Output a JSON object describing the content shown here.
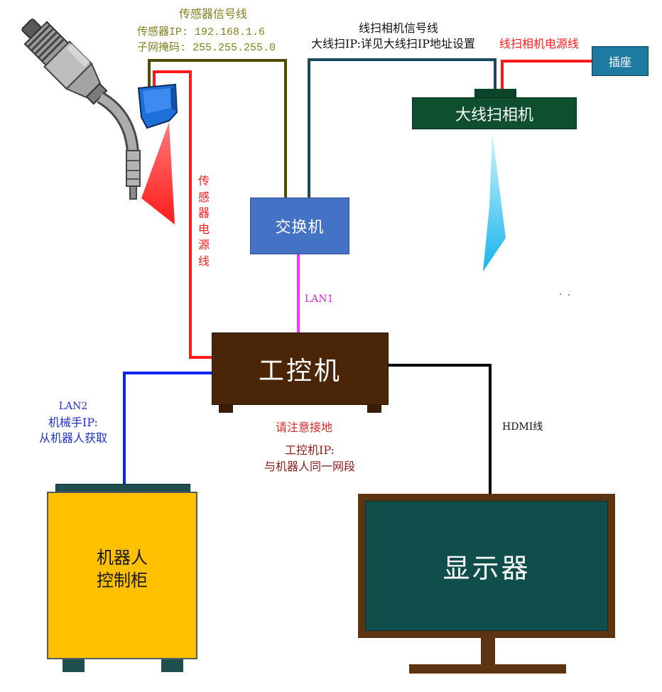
{
  "colors": {
    "sensor_signal_line": "#4d4d00",
    "sensor_signal_text": "#7f7f1f",
    "sensor_power": "#ff1a1a",
    "scanner_signal_line": "#1b4a5e",
    "scanner_power": "#ff1a1a",
    "lan1": "#ff33ff",
    "lan1_text": "#cc2ccc",
    "lan2": "#0a26f0",
    "lan2_text": "#2030c8",
    "hdmi": "#000000",
    "switch_fill": "#4472c4",
    "scanner_fill": "#0e4f30",
    "socket_fill": "#1f7aa1",
    "ipc_fill": "#4a2508",
    "cabinet_fill": "#ffc000",
    "cabinet_trim": "#1f4f4f",
    "display_frame": "#5c3412",
    "display_screen": "#0f4e4b",
    "ground_note": "#d42a2a",
    "ipc_ip_text": "#8b1c1c",
    "beam": "#15b5ec",
    "laser": "#ff2a2a"
  },
  "sensor_signal": {
    "title": "传感器信号线",
    "ip": "传感器IP: 192.168.1.6",
    "mask": "子网掩码: 255.255.255.0"
  },
  "sensor_power": {
    "label": "传感器电源线"
  },
  "scanner_signal": {
    "title": "线扫相机信号线",
    "ip": "大线扫IP:详见大线扫IP地址设置"
  },
  "scanner_power": {
    "label": "线扫相机电源线"
  },
  "socket": {
    "label": "插座"
  },
  "scanner": {
    "label": "大线扫相机"
  },
  "switch": {
    "label": "交换机"
  },
  "lan1": {
    "label": "LAN1"
  },
  "ipc": {
    "label": "工控机",
    "ground_note": "请注意接地",
    "ip_title": "工控机IP:",
    "ip_note": "与机器人同一网段"
  },
  "lan2": {
    "label": "LAN2",
    "ip_title": "机械手IP:",
    "ip_note": "从机器人获取"
  },
  "hdmi": {
    "label": "HDMI线"
  },
  "robot_cabinet": {
    "line1": "机器人",
    "line2": "控制柜"
  },
  "display": {
    "label": "显示器"
  }
}
